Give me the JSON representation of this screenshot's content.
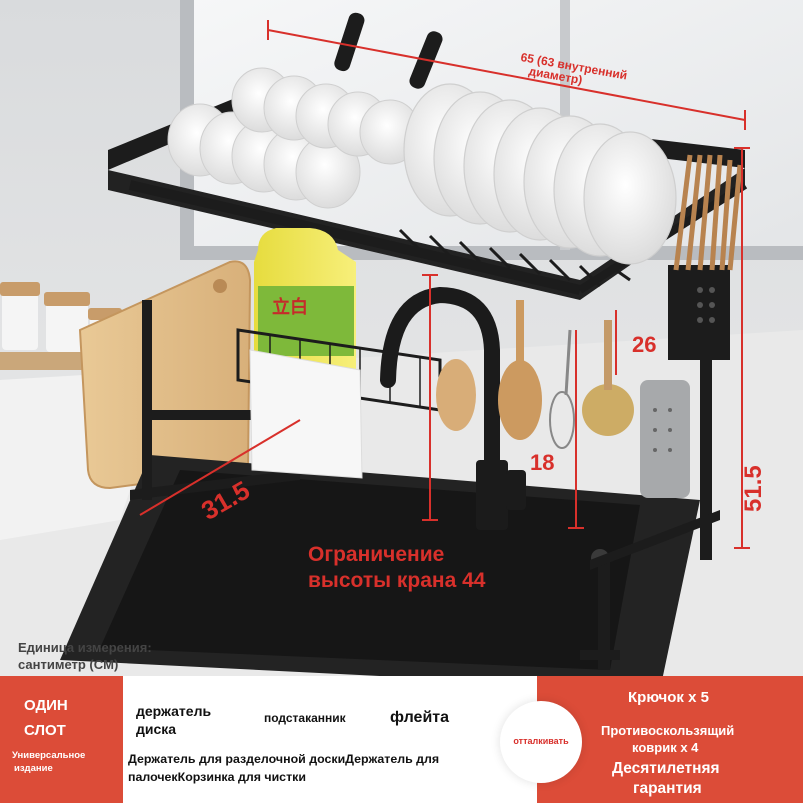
{
  "dimensions": {
    "width_label": "65 (63 внутренний",
    "width_label_line2": "диаметр)",
    "height_label": "51.5",
    "depth_label": "31.5",
    "hook_height_label": "26",
    "shelf_gap_label": "18",
    "faucet_limit_line1": "Ограничение",
    "faucet_limit_line2": "высоты крана 44"
  },
  "units_note": {
    "line1": "Единица измерения:",
    "line2": "сантиметр (CM)"
  },
  "product_label": "立白",
  "banner": {
    "left_title_1": "ОДИН",
    "left_title_2": "СЛОТ",
    "left_subtitle_1": "Универсальное",
    "left_subtitle_2": "издание",
    "item_disk_holder_1": "держатель",
    "item_disk_holder_2": "диска",
    "item_cup_holder": "подстаканник",
    "item_flute": "флейта",
    "item_board_holder_1": "Держатель для разделочной доскиДержатель для",
    "item_board_holder_2": "палочекКорзинка для чистки",
    "badge": "отталкивать",
    "right_hooks": "Крючок х 5",
    "right_mat_1": "Противоскользящий",
    "right_mat_2": "коврик х 4",
    "right_warranty_1": "Десятилетняя",
    "right_warranty_2": "гарантия"
  },
  "colors": {
    "accent_red": "#d8302b",
    "banner_red": "#dc4c38",
    "rack_black": "#1c1c1c"
  }
}
